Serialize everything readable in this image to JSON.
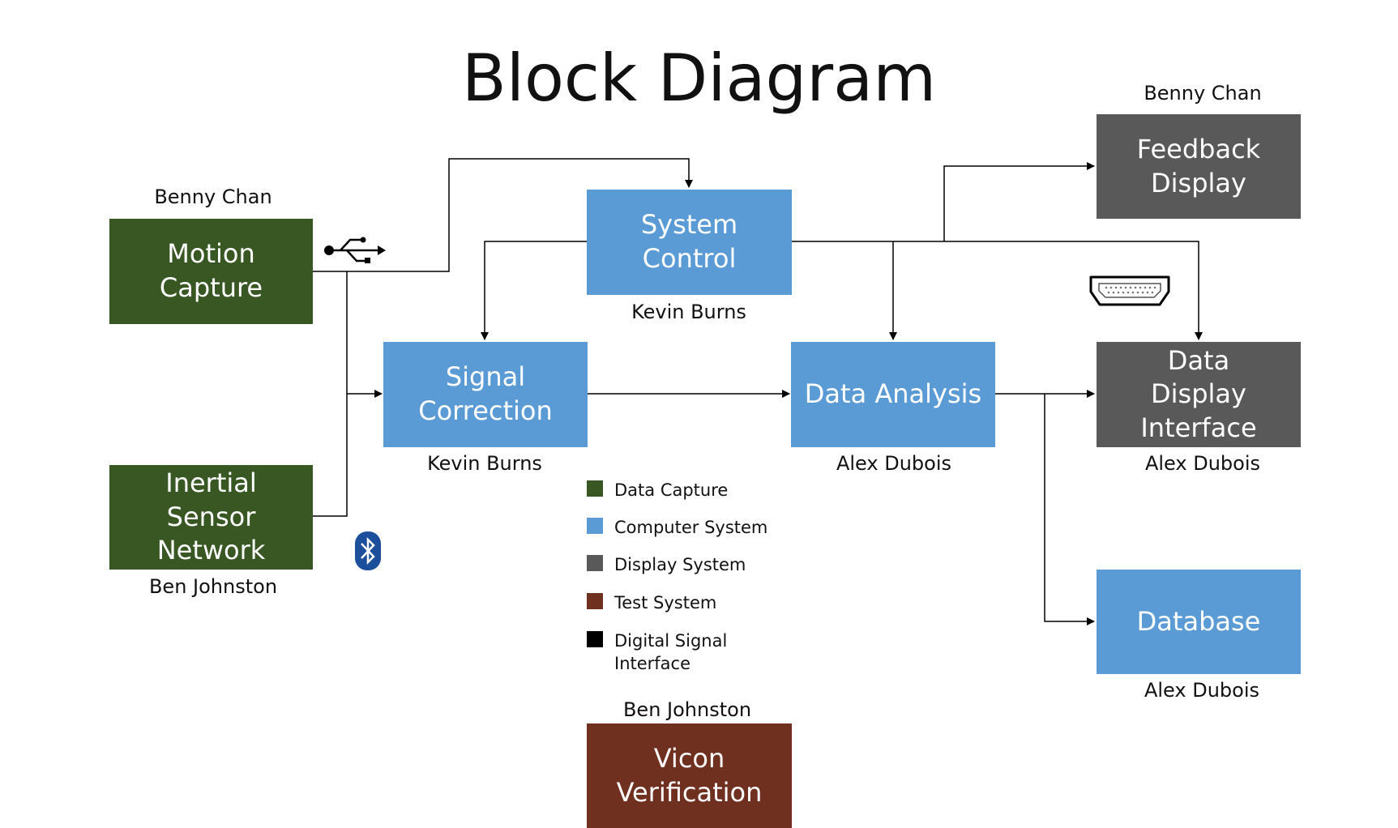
{
  "title": "Block Diagram",
  "colors": {
    "data_capture": "#385723",
    "computer_system": "#5b9bd5",
    "display_system": "#595959",
    "test_system": "#70301f",
    "digital_signal_interface": "#000000",
    "bluetooth": "#1b4f9c"
  },
  "blocks": {
    "motion_capture": {
      "label": "Motion Capture",
      "owner": "Benny Chan"
    },
    "inertial_sensor_network": {
      "label": "Inertial Sensor Network",
      "owner": "Ben Johnston"
    },
    "system_control": {
      "label": "System Control",
      "owner": "Kevin Burns"
    },
    "signal_correction": {
      "label": "Signal Correction",
      "owner": "Kevin Burns"
    },
    "data_analysis": {
      "label": "Data Analysis",
      "owner": "Alex Dubois"
    },
    "feedback_display": {
      "label": "Feedback Display",
      "owner": "Benny Chan"
    },
    "data_display_interface": {
      "label": "Data Display Interface",
      "owner": "Alex Dubois"
    },
    "database": {
      "label": "Database",
      "owner": "Alex Dubois"
    },
    "vicon_verification": {
      "label": "Vicon Verification",
      "owner": "Ben Johnston"
    }
  },
  "legend": [
    {
      "label": "Data Capture",
      "color": "#385723"
    },
    {
      "label": "Computer System",
      "color": "#5b9bd5"
    },
    {
      "label": "Display System",
      "color": "#595959"
    },
    {
      "label": "Test System",
      "color": "#70301f"
    },
    {
      "label": "Digital Signal Interface",
      "color": "#000000"
    }
  ],
  "icons": {
    "usb": "usb-icon",
    "bluetooth": "bluetooth-icon",
    "hdmi": "hdmi-port-icon"
  }
}
